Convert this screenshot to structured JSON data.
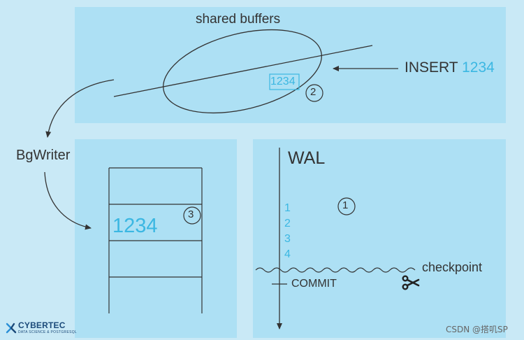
{
  "shared_buffers": {
    "label": "shared buffers",
    "buffer_value": "1234",
    "step_marker": "2"
  },
  "insert": {
    "keyword": "INSERT",
    "value": "1234"
  },
  "bgwriter": {
    "label": "BgWriter"
  },
  "data_file": {
    "value": "1234",
    "step_marker": "3"
  },
  "wal": {
    "title": "WAL",
    "step_marker": "1",
    "entries": [
      "1",
      "2",
      "3",
      "4"
    ],
    "checkpoint_label": "checkpoint",
    "commit_label": "COMMIT"
  },
  "logo": {
    "name": "CYBERTEC",
    "tagline": "DATA SCIENCE & POSTGRESQL"
  },
  "watermark": "CSDN @搭叽SP",
  "colors": {
    "background": "#c9e9f6",
    "panel": "#ade0f4",
    "accent": "#3bb7e2",
    "ink": "#333333"
  },
  "icons": [
    "scissors-icon",
    "cybertec-logo-icon"
  ]
}
